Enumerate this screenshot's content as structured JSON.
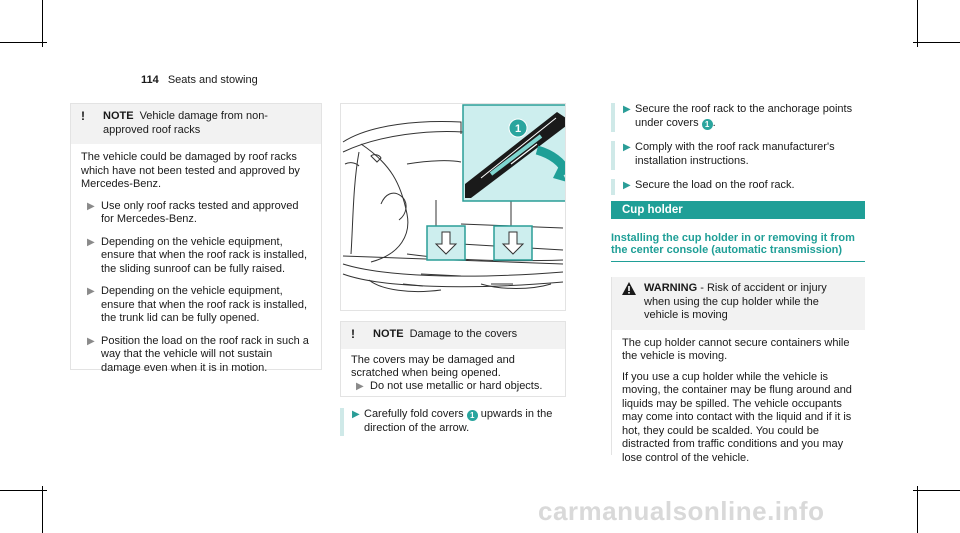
{
  "header": {
    "page_number": "114",
    "section": "Seats and stowing"
  },
  "note_left": {
    "label": "NOTE",
    "title": "Vehicle damage from non-approved roof racks",
    "body": "The vehicle could be damaged by roof racks which have not been tested and approved by Mercedes-Benz.",
    "bullets": [
      "Use only roof racks tested and approved for Mercedes-Benz.",
      "Depending on the vehicle equipment, ensure that when the roof rack is installed, the sliding sunroof can be fully raised.",
      "Depending on the vehicle equipment, ensure that when the roof rack is installed, the trunk lid can be fully opened.",
      "Position the load on the roof rack in such a way that the vehicle will not sustain damage even when it is in motion."
    ]
  },
  "figure": {
    "callout": "1"
  },
  "note_mid": {
    "label": "NOTE",
    "title": "Damage to the covers",
    "body": "The covers may be damaged and scratched when being opened.",
    "bullets": [
      "Do not use metallic or hard objects."
    ]
  },
  "step_mid": {
    "before": "Carefully fold covers",
    "callout": "1",
    "after": "upwards in the direction of the arrow."
  },
  "right_steps": [
    {
      "before": "Secure the roof rack to the anchorage points under covers",
      "callout": "1",
      "after": "."
    },
    {
      "before": "Comply with the roof rack manufacturer's installation instructions.",
      "callout": "",
      "after": ""
    },
    {
      "before": "Secure the load on the roof rack.",
      "callout": "",
      "after": ""
    }
  ],
  "cup_holder": {
    "section_title": "Cup holder",
    "subtitle": "Installing the cup holder in or removing it from the center console (automatic transmission)",
    "warning_label": "WARNING",
    "warning_title": "- Risk of accident or injury when using the cup holder while the vehicle is moving",
    "warning_p1": "The cup holder cannot secure containers while the vehicle is moving.",
    "warning_p2": "If you use a cup holder while the vehicle is moving, the container may be flung around and liquids may be spilled. The vehicle occupants may come into contact with the liquid and if it is hot, they could be scalded. You could be distracted from traffic conditions and you may lose control of the vehicle."
  },
  "watermark": "carmanualsonline.info",
  "colors": {
    "accent": "#1f9f97",
    "tint": "#cfe9e8",
    "note_bg": "#f2f2f2"
  }
}
